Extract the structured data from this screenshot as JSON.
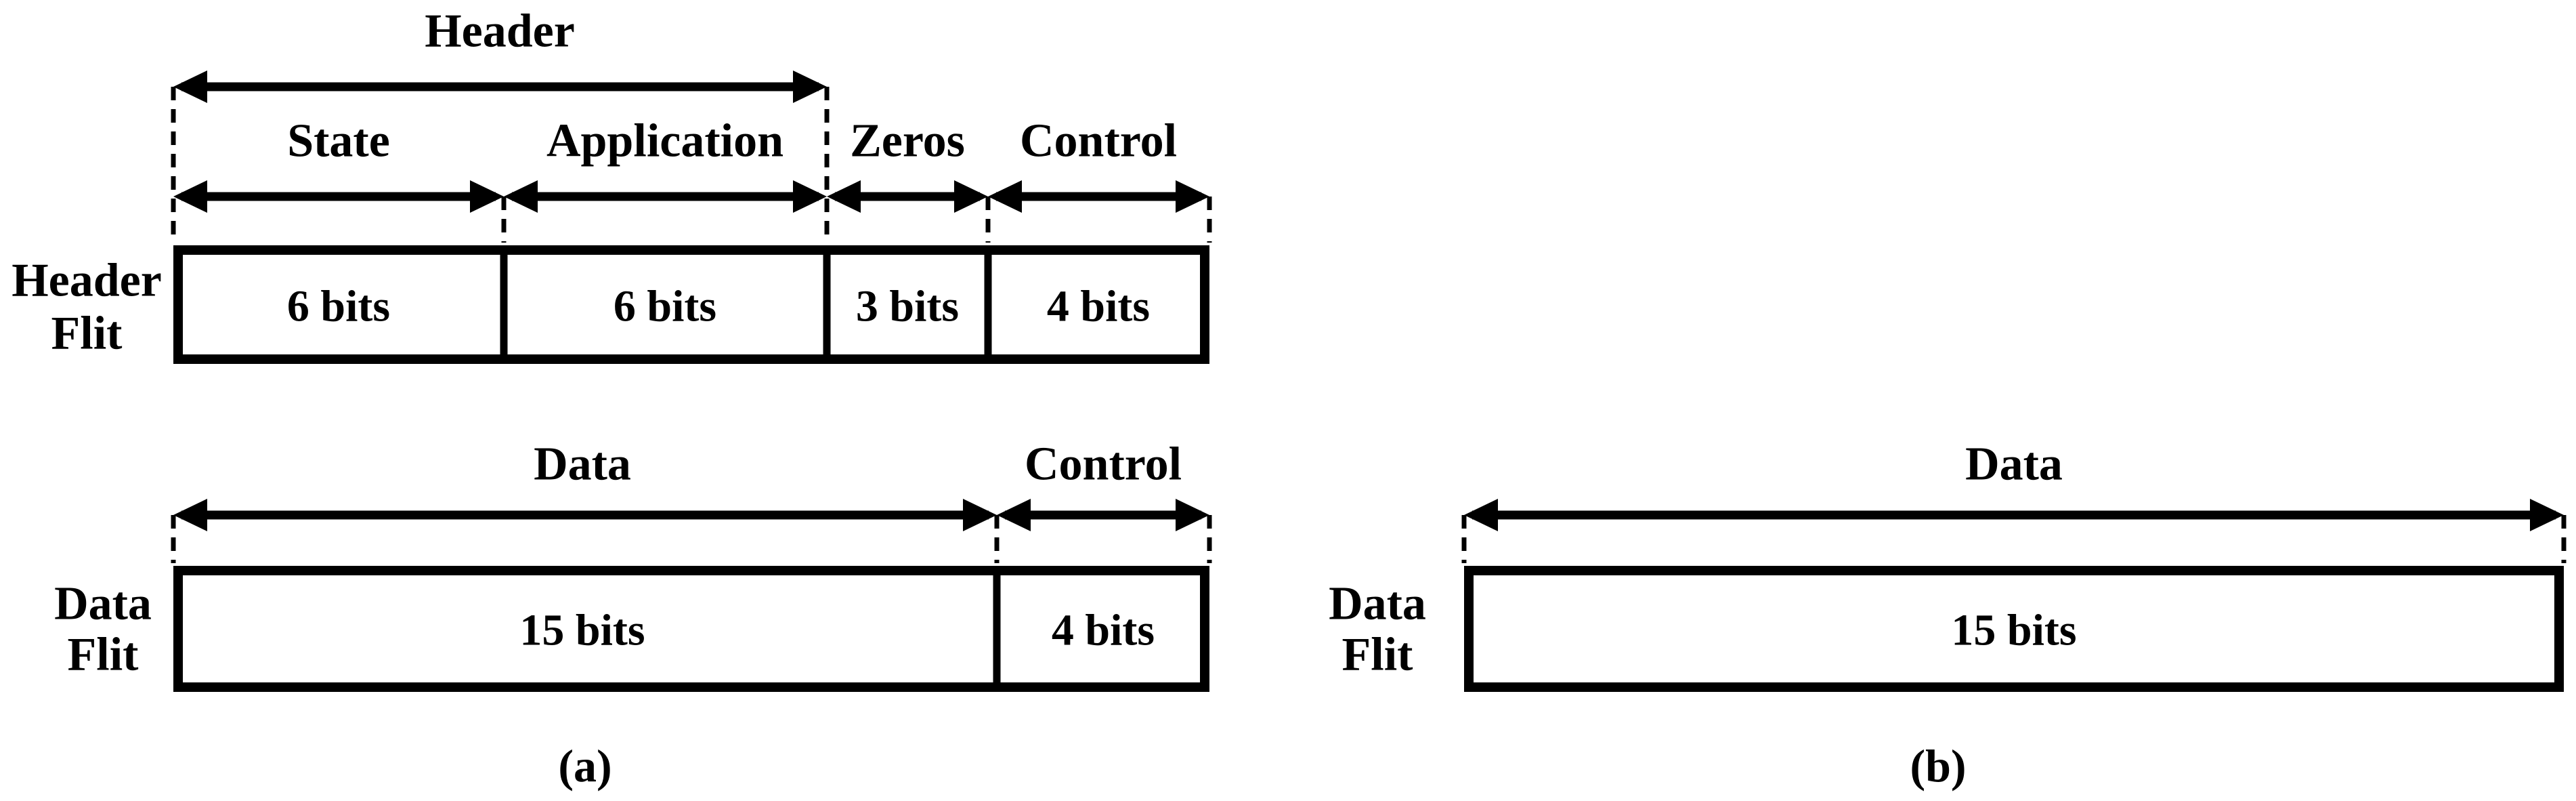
{
  "colors": {
    "ink": "#000000",
    "paper": "#ffffff"
  },
  "panel_a": {
    "caption": "(a)",
    "header_flit": {
      "row_label": [
        "Header",
        "Flit"
      ],
      "span_label": "Header",
      "fields": [
        {
          "name": "State",
          "width": "6 bits"
        },
        {
          "name": "Application",
          "width": "6 bits"
        },
        {
          "name": "Zeros",
          "width": "3 bits"
        },
        {
          "name": "Control",
          "width": "4 bits"
        }
      ]
    },
    "data_flit": {
      "row_label": [
        "Data",
        "Flit"
      ],
      "fields": [
        {
          "name": "Data",
          "width": "15 bits"
        },
        {
          "name": "Control",
          "width": "4 bits"
        }
      ]
    }
  },
  "panel_b": {
    "caption": "(b)",
    "data_flit": {
      "row_label": [
        "Data",
        "Flit"
      ],
      "fields": [
        {
          "name": "Data",
          "width": "15 bits"
        }
      ]
    }
  }
}
